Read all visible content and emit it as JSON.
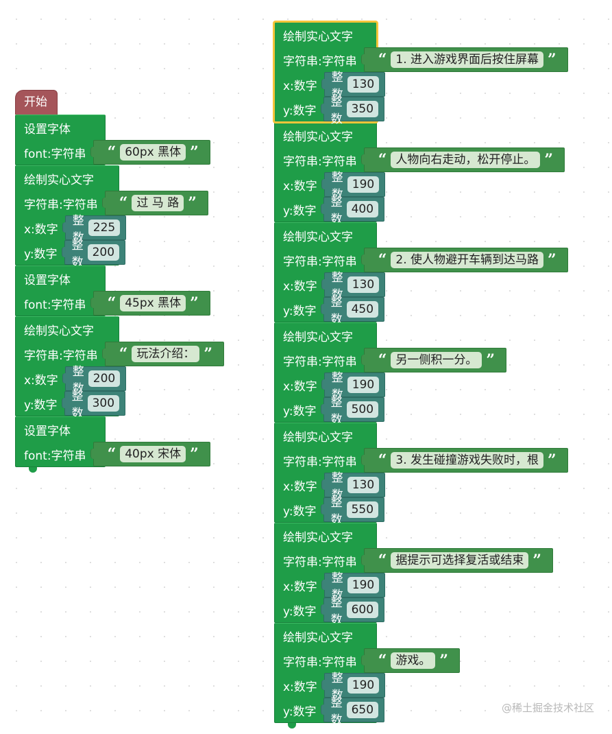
{
  "workspace": {
    "left_stack": {
      "hat_label": "开始",
      "blocks": [
        {
          "type": "set_font",
          "title": "设置字体",
          "font_label": "font:字符串",
          "font_value": "60px 黑体"
        },
        {
          "type": "fill_text",
          "title": "绘制实心文字",
          "string_label": "字符串:字符串",
          "text": "过 马 路",
          "x_label": "x:数字",
          "int_label": "整数",
          "x": "225",
          "y_label": "y:数字",
          "y": "200"
        },
        {
          "type": "set_font",
          "title": "设置字体",
          "font_label": "font:字符串",
          "font_value": "45px 黑体"
        },
        {
          "type": "fill_text",
          "title": "绘制实心文字",
          "string_label": "字符串:字符串",
          "text": "玩法介绍：",
          "x_label": "x:数字",
          "int_label": "整数",
          "x": "200",
          "y_label": "y:数字",
          "y": "300"
        },
        {
          "type": "set_font",
          "title": "设置字体",
          "font_label": "font:字符串",
          "font_value": "40px 宋体"
        }
      ]
    },
    "right_stack": {
      "blocks": [
        {
          "title": "绘制实心文字",
          "string_label": "字符串:字符串",
          "text": "1. 进入游戏界面后按住屏幕",
          "x_label": "x:数字",
          "int_label": "整数",
          "x": "130",
          "y_label": "y:数字",
          "y": "350",
          "selected": true
        },
        {
          "title": "绘制实心文字",
          "string_label": "字符串:字符串",
          "text": "人物向右走动，松开停止。",
          "x_label": "x:数字",
          "int_label": "整数",
          "x": "190",
          "y_label": "y:数字",
          "y": "400"
        },
        {
          "title": "绘制实心文字",
          "string_label": "字符串:字符串",
          "text": "2. 使人物避开车辆到达马路",
          "x_label": "x:数字",
          "int_label": "整数",
          "x": "130",
          "y_label": "y:数字",
          "y": "450"
        },
        {
          "title": "绘制实心文字",
          "string_label": "字符串:字符串",
          "text": "另一侧积一分。",
          "x_label": "x:数字",
          "int_label": "整数",
          "x": "190",
          "y_label": "y:数字",
          "y": "500"
        },
        {
          "title": "绘制实心文字",
          "string_label": "字符串:字符串",
          "text": "3. 发生碰撞游戏失败时，根",
          "x_label": "x:数字",
          "int_label": "整数",
          "x": "130",
          "y_label": "y:数字",
          "y": "550"
        },
        {
          "title": "绘制实心文字",
          "string_label": "字符串:字符串",
          "text": "据提示可选择复活或结束",
          "x_label": "x:数字",
          "int_label": "整数",
          "x": "190",
          "y_label": "y:数字",
          "y": "600"
        },
        {
          "title": "绘制实心文字",
          "string_label": "字符串:字符串",
          "text": "游戏。",
          "x_label": "x:数字",
          "int_label": "整数",
          "x": "190",
          "y_label": "y:数字",
          "y": "650"
        }
      ]
    },
    "watermark": "@稀土掘金技术社区",
    "colors": {
      "hat": "#a5555a",
      "block": "#1f9d48",
      "string_slot": "#40914b",
      "number_slot": "#3d8378",
      "selection": "#f5c43a"
    }
  }
}
